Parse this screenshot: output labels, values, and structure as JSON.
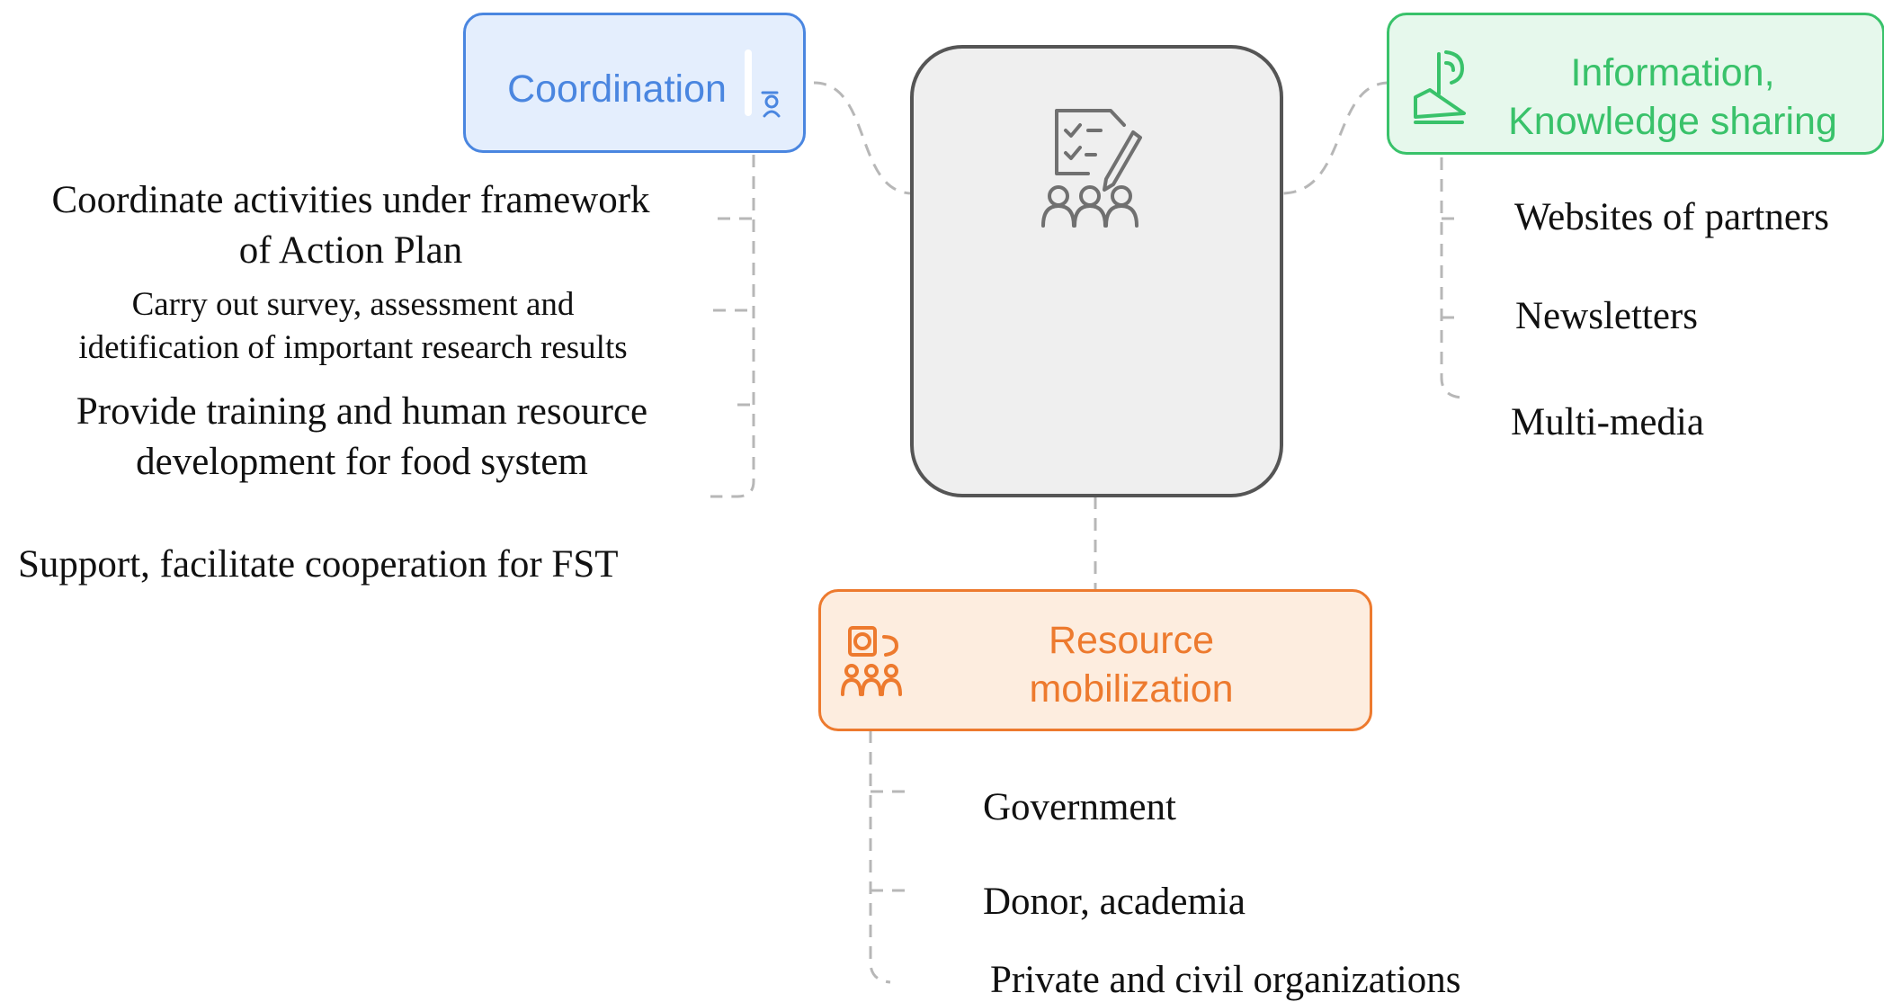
{
  "center": {
    "icon": "planning-team-icon"
  },
  "coordination": {
    "title": "Coordination",
    "icon": "team-badge-icon",
    "color": "#4a86e0",
    "fill": "#e4eefd",
    "items": [
      "Coordinate activities under framework\nof Action Plan",
      "Carry out survey, assessment and\nidetification of important research results",
      "Provide training and human resource\ndevelopment for food system",
      "Support, facilitate cooperation for FST"
    ]
  },
  "information": {
    "title": "Information,\nKnowledge sharing",
    "icon": "hand-idea-icon",
    "color": "#39c26a",
    "fill": "#e6f8ec",
    "items": [
      "Websites of partners",
      "Newsletters",
      "Multi-media"
    ]
  },
  "resource": {
    "title": "Resource\nmobilization",
    "icon": "fundraising-team-icon",
    "color": "#ed7a2e",
    "fill": "#fdeddf",
    "items": [
      "Government",
      "Donor, academia",
      "Private and civil organizations"
    ]
  },
  "connector_color": "#b7b7b7"
}
